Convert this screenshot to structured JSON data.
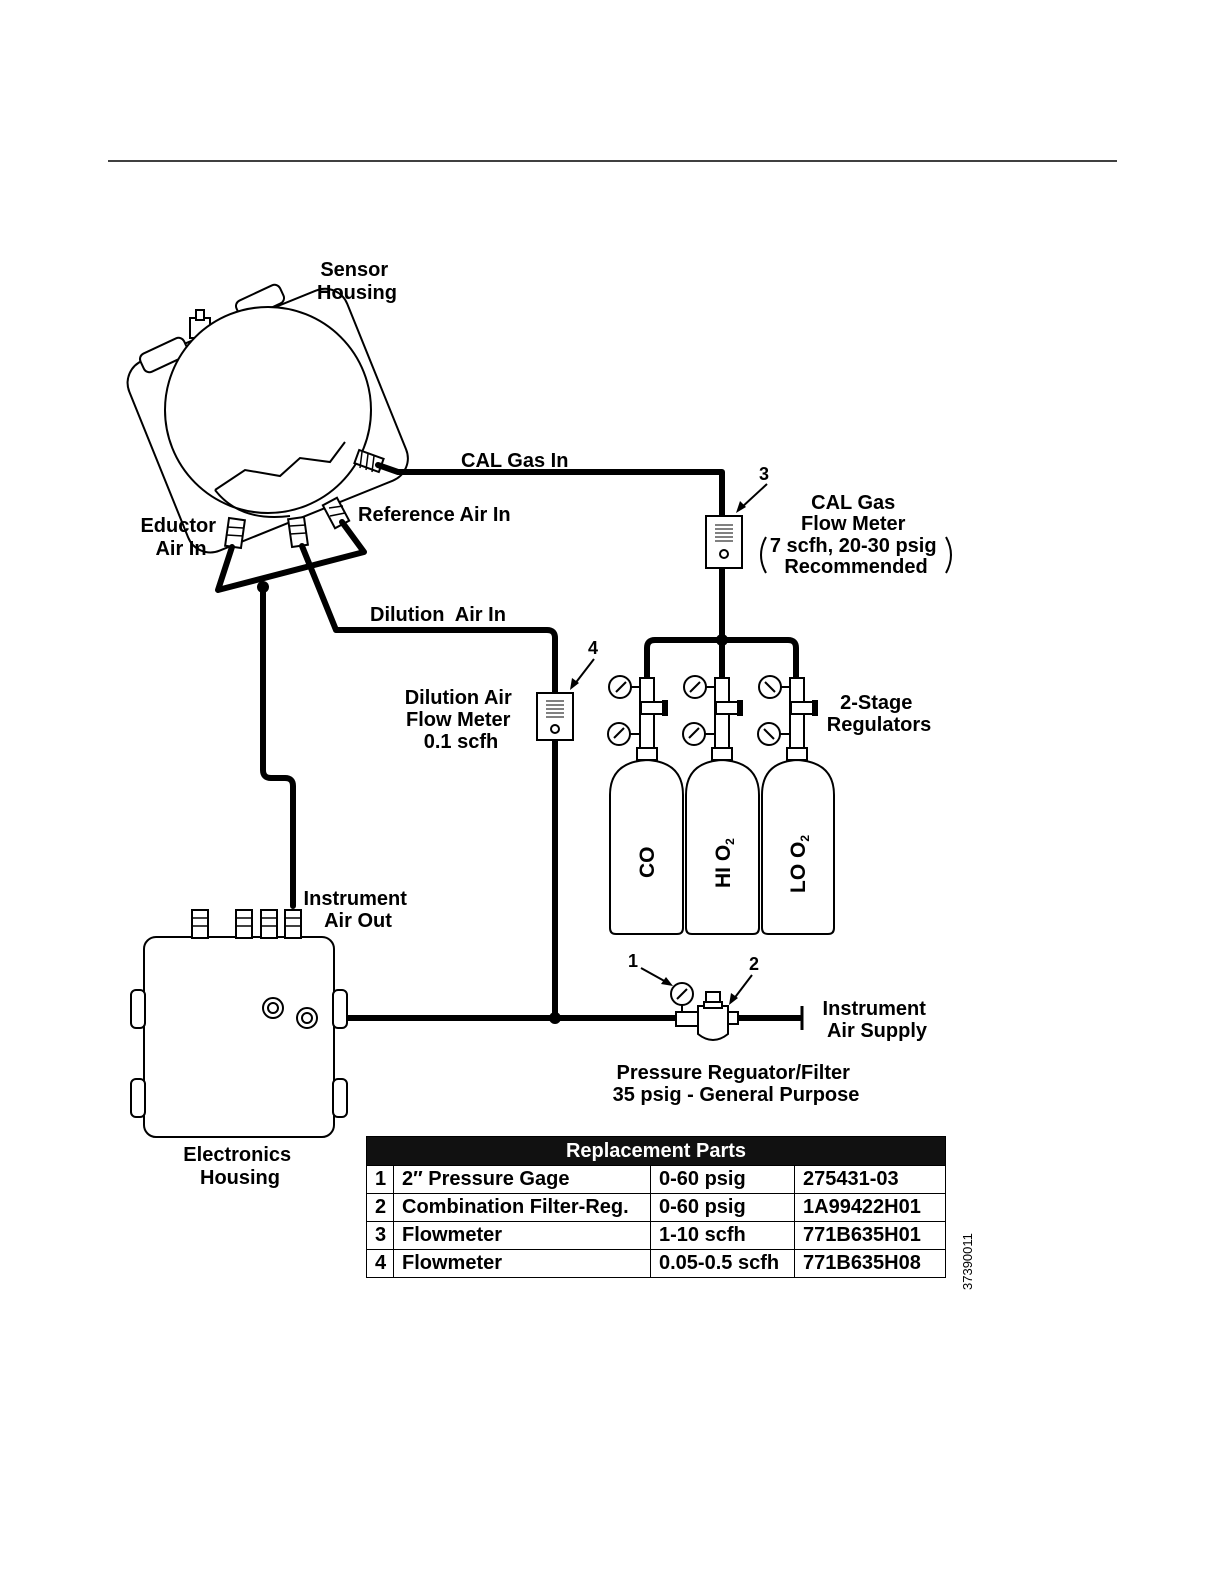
{
  "labels": {
    "sensor_housing": [
      "Sensor",
      "Housing"
    ],
    "cal_gas_in": "CAL Gas In",
    "reference_air_in": "Reference Air In",
    "eductor_air_in": [
      "Eductor",
      "Air In"
    ],
    "dilution_air_in": "Dilution  Air In",
    "cal_gas_flow_meter": [
      "CAL Gas",
      "Flow Meter",
      "7 scfh, 20-30 psig",
      "Recommended"
    ],
    "dilution_air_flow_meter": [
      "Dilution Air",
      "Flow Meter",
      "0.1 scfh"
    ],
    "two_stage_regulators": [
      "2-Stage",
      "Regulators"
    ],
    "instrument_air_out": [
      "Instrument",
      "Air Out"
    ],
    "instrument_air_supply": [
      "Instrument",
      "Air Supply"
    ],
    "pressure_regulator_filter": [
      "Pressure Reguator/Filter",
      "35 psig - General Purpose"
    ],
    "electronics_housing": [
      "Electronics",
      "Housing"
    ],
    "callouts": [
      "1",
      "2",
      "3",
      "4"
    ],
    "cylinders": [
      {
        "main": "CO",
        "sub": ""
      },
      {
        "main": "HI O",
        "sub": "2"
      },
      {
        "main": "LO O",
        "sub": "2"
      }
    ],
    "doc_id": "37390011"
  },
  "parts_table": {
    "title": "Replacement Parts",
    "rows": [
      {
        "num": "1",
        "desc": "2″ Pressure Gage",
        "range": "0-60 psig",
        "part": "275431-03"
      },
      {
        "num": "2",
        "desc": "Combination Filter-Reg.",
        "range": "0-60 psig",
        "part": "1A99422H01"
      },
      {
        "num": "3",
        "desc": "Flowmeter",
        "range": "1-10 scfh",
        "part": "771B635H01"
      },
      {
        "num": "4",
        "desc": "Flowmeter",
        "range": "0.05-0.5 scfh",
        "part": "771B635H08"
      }
    ]
  }
}
